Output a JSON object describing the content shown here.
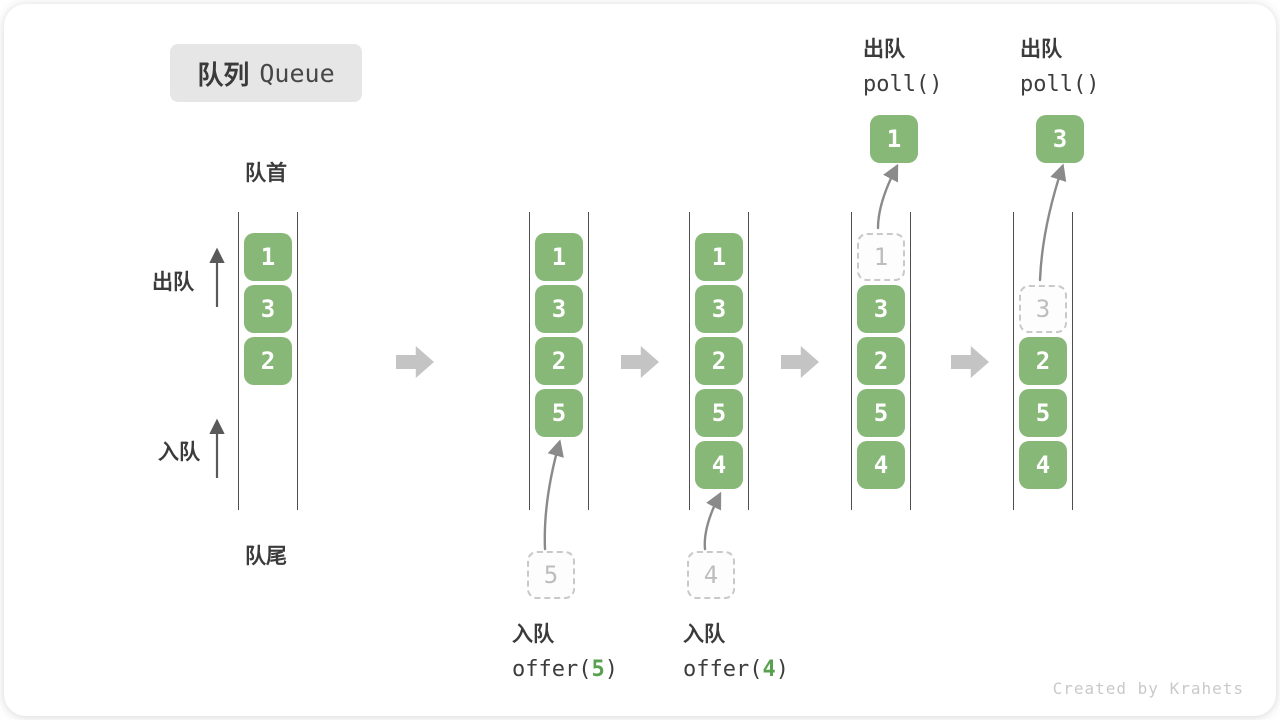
{
  "title": {
    "zh": "队列",
    "en": "Queue"
  },
  "side": {
    "front": "队首",
    "rear": "队尾",
    "dequeue": "出队",
    "enqueue": "入队"
  },
  "watermark": "Created by Krahets",
  "colors": {
    "box_green": "#87b877",
    "box_text": "#ffffff",
    "code_green": "#58a14e",
    "dashed_border": "#c9c9c9",
    "dashed_text": "#bdbdbd",
    "text_dark": "#3b3b3b",
    "column_line": "#4f4f4f",
    "block_arrow": "#c4c4c4",
    "curve_arrow": "#8a8a8a",
    "up_arrow": "#595959",
    "title_bg": "#e6e6e6",
    "watermark": "#c9c9c9"
  },
  "queues": [
    {
      "name": "state-initial",
      "slots": [
        {
          "row": 0,
          "v": "1"
        },
        {
          "row": 1,
          "v": "3"
        },
        {
          "row": 2,
          "v": "2"
        }
      ]
    },
    {
      "name": "state-after-offer-5",
      "slots": [
        {
          "row": 0,
          "v": "1"
        },
        {
          "row": 1,
          "v": "3"
        },
        {
          "row": 2,
          "v": "2"
        },
        {
          "row": 3,
          "v": "5"
        }
      ],
      "pending": {
        "v": "5"
      },
      "bottom_label": {
        "zh": "入队",
        "code_pre": "offer(",
        "code_num": "5",
        "code_post": ")"
      }
    },
    {
      "name": "state-after-offer-4",
      "slots": [
        {
          "row": 0,
          "v": "1"
        },
        {
          "row": 1,
          "v": "3"
        },
        {
          "row": 2,
          "v": "2"
        },
        {
          "row": 3,
          "v": "5"
        },
        {
          "row": 4,
          "v": "4"
        }
      ],
      "pending": {
        "v": "4"
      },
      "bottom_label": {
        "zh": "入队",
        "code_pre": "offer(",
        "code_num": "4",
        "code_post": ")"
      }
    },
    {
      "name": "state-after-poll-1",
      "slots": [
        {
          "row": 0,
          "v": "1",
          "dashed": true
        },
        {
          "row": 1,
          "v": "3"
        },
        {
          "row": 2,
          "v": "2"
        },
        {
          "row": 3,
          "v": "5"
        },
        {
          "row": 4,
          "v": "4"
        }
      ],
      "popped": {
        "v": "1"
      },
      "top_label": {
        "zh": "出队",
        "code": "poll()"
      }
    },
    {
      "name": "state-after-poll-3",
      "slots": [
        {
          "row": 1,
          "v": "3",
          "dashed": true
        },
        {
          "row": 2,
          "v": "2"
        },
        {
          "row": 3,
          "v": "5"
        },
        {
          "row": 4,
          "v": "4"
        }
      ],
      "popped": {
        "v": "3"
      },
      "top_label": {
        "zh": "出队",
        "code": "poll()"
      }
    }
  ]
}
